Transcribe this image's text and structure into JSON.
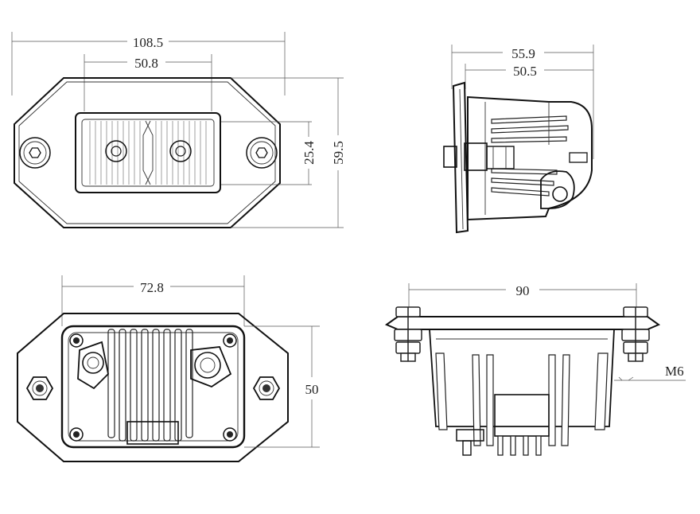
{
  "views": {
    "front": {
      "overall_width": "108.5",
      "lens_width": "50.8",
      "lens_height": "25.4",
      "overall_height": "59.5"
    },
    "side": {
      "overall_depth": "55.9",
      "body_depth": "50.5"
    },
    "back": {
      "housing_width": "72.8",
      "housing_height": "50"
    },
    "bottom": {
      "bolt_spacing": "90",
      "bolt_thread": "M6"
    }
  }
}
